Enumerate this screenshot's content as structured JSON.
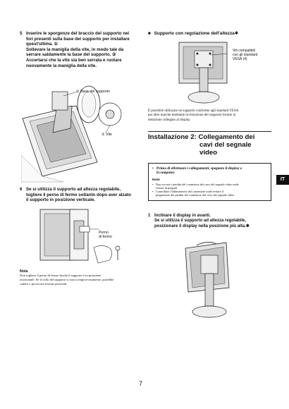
{
  "left": {
    "step5": {
      "num": "5",
      "lines": [
        "Inserire le sporgenze del braccio del supporto nei",
        "fori presenti sulla base del supporto per installare",
        "quest'ultima. ①",
        "Sollevare la maniglia della vite, in modo tale da",
        "serrare saldamente la base del supporto. ②",
        "Accertarsi che la vite sia ben serrata e ruotare",
        "nuovamente la maniglia della vite."
      ],
      "label_base": "① Base del supporto",
      "label_screw": "② Vite"
    },
    "step6": {
      "num": "6",
      "lines": [
        "Se si utilizza il supporto ad altezza regolabile,",
        "togliere il perno di fermo soltanto dopo aver alzato",
        "il supporto in posizione verticale."
      ],
      "label_pin": [
        "Perno",
        "di fermo"
      ]
    },
    "note": {
      "title": "Nota",
      "lines": [
        "Non togliere il perno di fermo finché il supporto è in posizione",
        "orizzontale. Se il collo del supporto si stacca improvvisamente, potrebbe",
        "cadere o provocare lesioni personali."
      ]
    }
  },
  "right": {
    "section": {
      "bullet": "■",
      "title": "Supporto con regolazione dell'altezza",
      "mark": "✱"
    },
    "vesa_label": [
      "Viti compatibili",
      "con gli standard",
      "VESA (4)"
    ],
    "vesa_text": [
      "È possibile utilizzare un supporto conforme agli standard VESA",
      "per altre marche mediante la rimozione del supporto fornito in",
      "dotazione collegato al display."
    ],
    "install": {
      "title_lines": [
        "Installazione 2: Collegamento dei",
        "cavi del segnale",
        "video"
      ]
    },
    "warning": {
      "bullet": "•",
      "lines": [
        "Prima di effettuare i collegamenti, spegnere il display e",
        "il computer."
      ],
      "note_title": "Note",
      "notes": [
        [
          "Non toccare i piedini del connettore del cavo del segnale video onde",
          "evitare di piegarli."
        ],
        [
          "Controllare l'allineamento del connettore onde evitare il",
          "piegamento dei piedini del connettore del cavo del segnale video."
        ]
      ]
    },
    "step1": {
      "num": "1",
      "lines": [
        "Inclinare il display in avanti.",
        "Se si utilizza il supporto ad altezza regolabile,",
        "posizionare il display nella posizione più alta.✱"
      ]
    }
  },
  "tab": "IT",
  "page_number": "7"
}
